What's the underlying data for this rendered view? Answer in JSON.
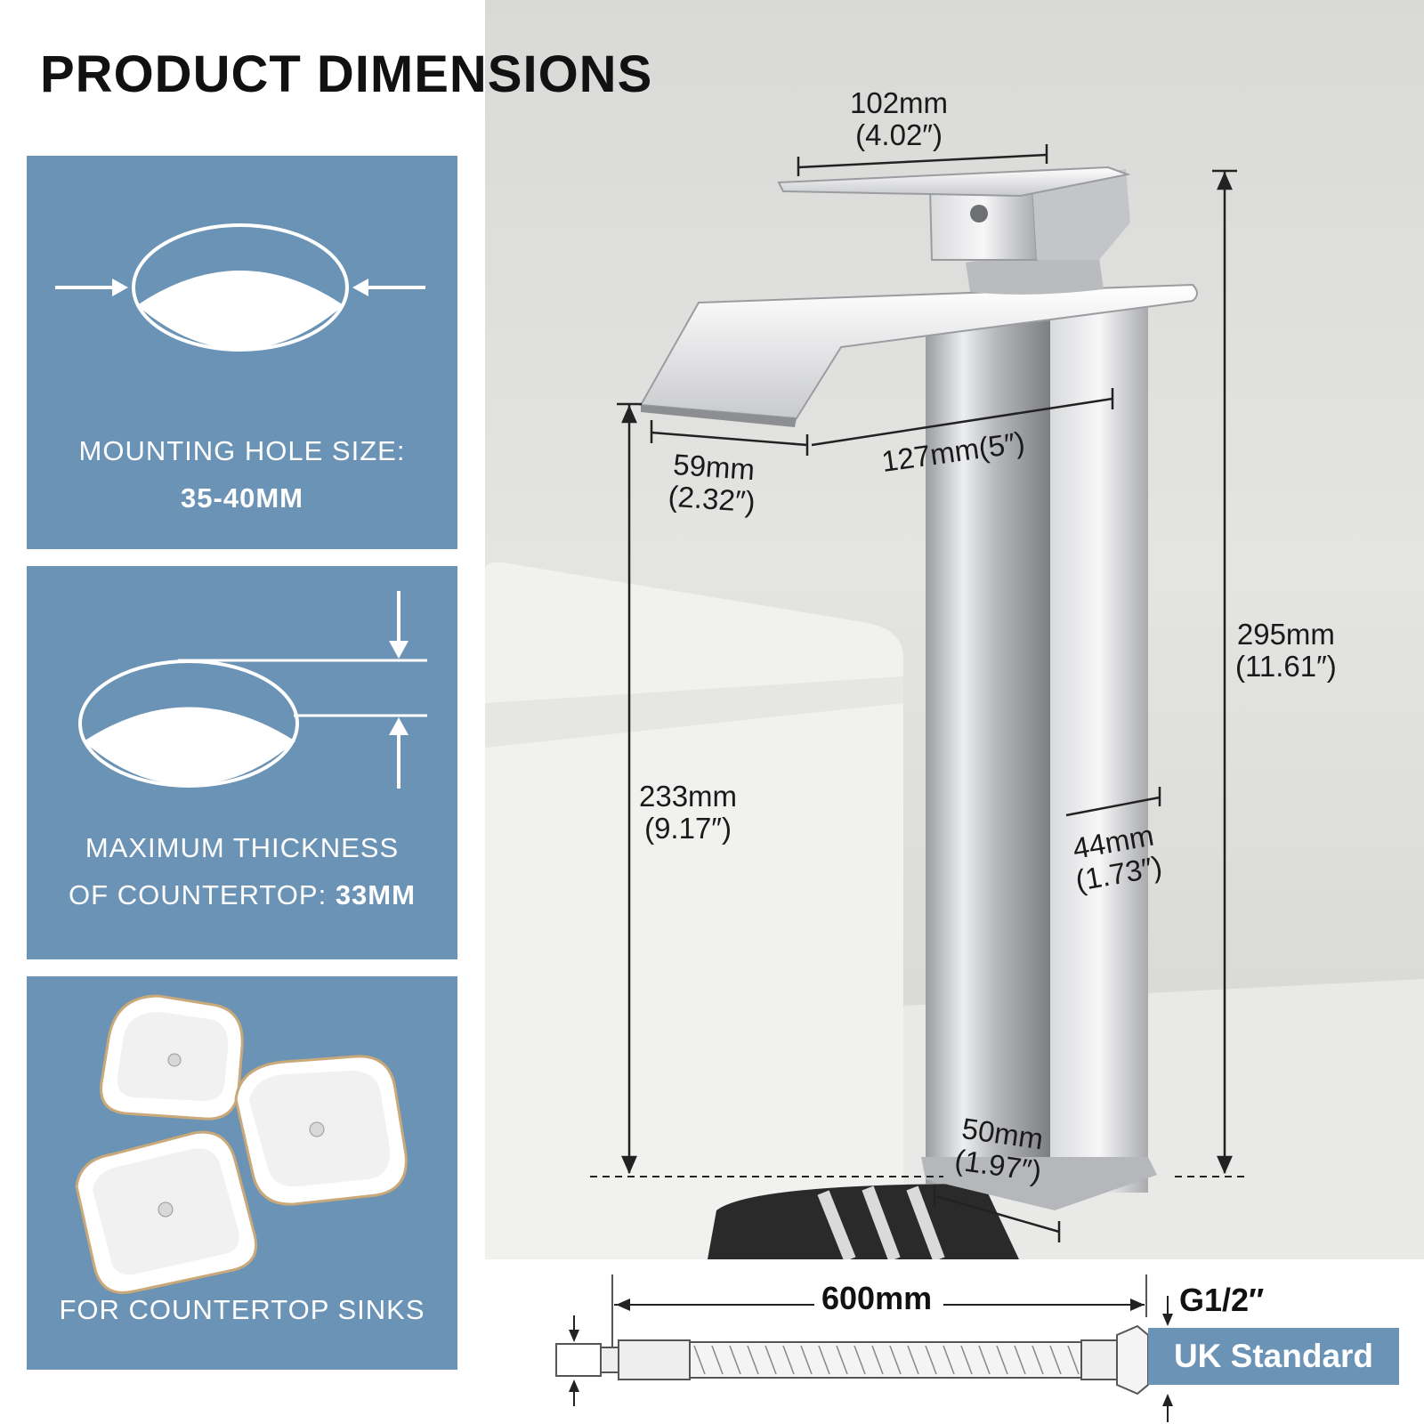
{
  "title": "PRODUCT DIMENSIONS",
  "panels": {
    "hole": {
      "label": "MOUNTING HOLE SIZE:",
      "value": "35-40MM"
    },
    "thickness": {
      "line1": "MAXIMUM THICKNESS",
      "line2_label": "OF COUNTERTOP:",
      "line2_value": "33MM"
    },
    "sinks": {
      "label": "FOR COUNTERTOP SINKS"
    }
  },
  "dimensions": {
    "handle_width": {
      "mm": "102mm",
      "in": "(4.02″)"
    },
    "spout_lip": {
      "mm": "59mm",
      "in": "(2.32″)"
    },
    "spout_reach": {
      "text": "127mm(5″)"
    },
    "total_height": {
      "mm": "295mm",
      "in": "(11.61″)"
    },
    "spout_height": {
      "mm": "233mm",
      "in": "(9.17″)"
    },
    "body_width": {
      "mm": "44mm",
      "in": "(1.73″)"
    },
    "base_width": {
      "mm": "50mm",
      "in": "(1.97″)"
    }
  },
  "hose": {
    "length": "600mm",
    "thread": "G1/2″",
    "standard": "UK Standard"
  },
  "colors": {
    "panel": "#6b93b6",
    "chrome": "#c8c8cc",
    "text": "#111111"
  }
}
